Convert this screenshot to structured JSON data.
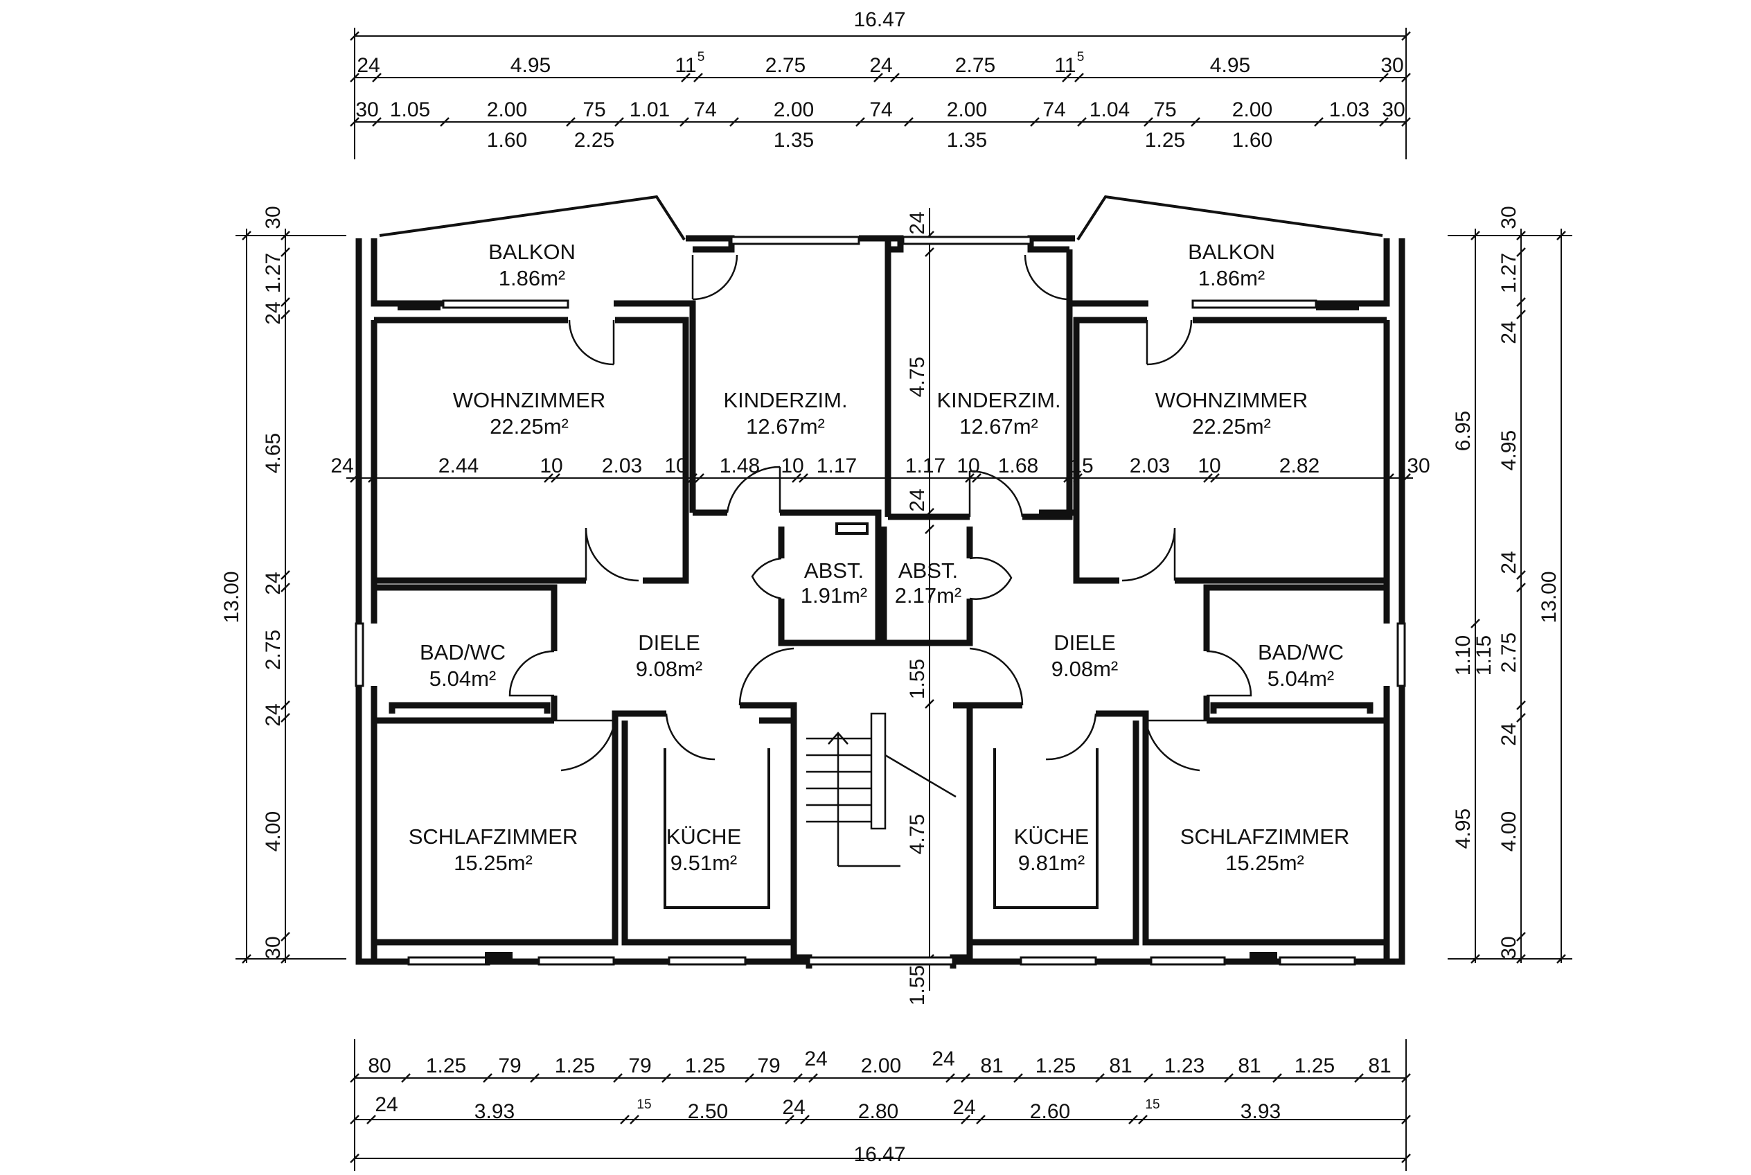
{
  "rooms": [
    {
      "id": "balkon-left",
      "name": "BALKON",
      "area": "1.86m²"
    },
    {
      "id": "wohnzimmer-left",
      "name": "WOHNZIMMER",
      "area": "22.25m²"
    },
    {
      "id": "kinderzimmer-left",
      "name": "KINDERZIM.",
      "area": "12.67m²"
    },
    {
      "id": "abstell-left",
      "name": "ABST.",
      "area": "1.91m²"
    },
    {
      "id": "diele-left",
      "name": "DIELE",
      "area": "9.08m²"
    },
    {
      "id": "badwc-left",
      "name": "BAD/WC",
      "area": "5.04m²"
    },
    {
      "id": "schlafzimmer-left",
      "name": "SCHLAFZIMMER",
      "area": "15.25m²"
    },
    {
      "id": "kueche-left",
      "name": "KÜCHE",
      "area": "9.51m²"
    },
    {
      "id": "balkon-right",
      "name": "BALKON",
      "area": "1.86m²"
    },
    {
      "id": "wohnzimmer-right",
      "name": "WOHNZIMMER",
      "area": "22.25m²"
    },
    {
      "id": "kinderzimmer-right",
      "name": "KINDERZIM.",
      "area": "12.67m²"
    },
    {
      "id": "abstell-right",
      "name": "ABST.",
      "area": "2.17m²"
    },
    {
      "id": "diele-right",
      "name": "DIELE",
      "area": "9.08m²"
    },
    {
      "id": "badwc-right",
      "name": "BAD/WC",
      "area": "5.04m²"
    },
    {
      "id": "schlafzimmer-right",
      "name": "SCHLAFZIMMER",
      "area": "15.25m²"
    },
    {
      "id": "kueche-right",
      "name": "KÜCHE",
      "area": "9.81m²"
    }
  ],
  "dimensions": {
    "top_total": "16.47",
    "top_row1": [
      "24",
      "4.95",
      "11",
      "2.75",
      "24",
      "2.75",
      "11",
      "4.95",
      "30"
    ],
    "top_row1_sup": [
      "5",
      "5"
    ],
    "top_row2": [
      "30",
      "1.05",
      "2.00",
      "75",
      "1.01",
      "74",
      "2.00",
      "74",
      "2.00",
      "74",
      "1.04",
      "75",
      "2.00",
      "1.03",
      "30"
    ],
    "top_row3": [
      "1.60",
      "2.25",
      "1.35",
      "1.35",
      "1.25",
      "1.60"
    ],
    "left_outer": "13.00",
    "left_inner": [
      "30",
      "1.27",
      "24",
      "4.65",
      "24",
      "2.75",
      "24",
      "4.00",
      "30"
    ],
    "right_outer": "13.00",
    "right_mid": [
      "6.95",
      "1.10",
      "1.15",
      "4.95"
    ],
    "right_inner": [
      "30",
      "1.27",
      "24",
      "4.95",
      "24",
      "2.75",
      "24",
      "4.00",
      "30"
    ],
    "center_horizontal": [
      "24",
      "2.44",
      "10",
      "2.03",
      "10",
      "1.48",
      "10",
      "1.17",
      "1.17",
      "10",
      "1.68",
      "15",
      "2.03",
      "10",
      "2.82",
      "30"
    ],
    "center_vertical": [
      "24",
      "4.75",
      "24",
      "1.55",
      "4.75",
      "1.55"
    ],
    "bottom_row1": [
      "80",
      "1.25",
      "79",
      "1.25",
      "79",
      "1.25",
      "79",
      "24",
      "2.00",
      "24",
      "81",
      "1.25",
      "81",
      "1.23",
      "81",
      "1.25",
      "81"
    ],
    "bottom_row2": [
      "24",
      "3.93",
      "15",
      "2.50",
      "24",
      "2.80",
      "24",
      "2.60",
      "15",
      "3.93"
    ],
    "bottom_total": "16.47"
  }
}
